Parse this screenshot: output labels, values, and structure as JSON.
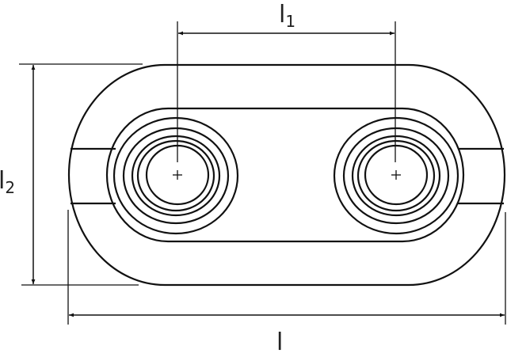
{
  "diagram": {
    "dimensions": {
      "center_distance": {
        "symbol": "l",
        "subscript": "1"
      },
      "height": {
        "symbol": "l",
        "subscript": "2"
      },
      "length": {
        "symbol": "l"
      }
    },
    "line_color": "#111111"
  }
}
